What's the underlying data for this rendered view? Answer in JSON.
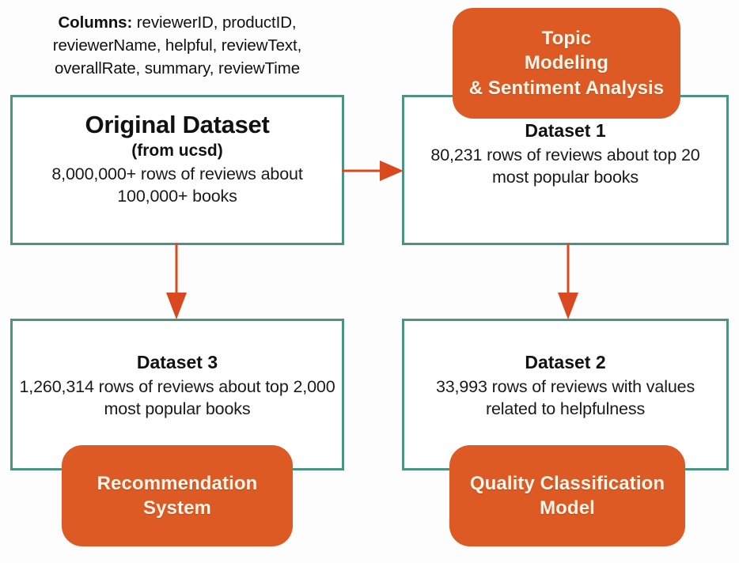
{
  "diagram": {
    "title": "Book review dataset processing pipeline",
    "accent_orange": "#DD5A24",
    "box_border_teal": "#4D9384",
    "arrow_color": "#D9491F"
  },
  "caption": {
    "label": "Columns:",
    "value": " reviewerID, productID, reviewerName, helpful, reviewText, overallRate, summary, reviewTime"
  },
  "boxes": {
    "original": {
      "title": "Original Dataset",
      "subtitle": "(from ucsd)",
      "description": "8,000,000+ rows of reviews about 100,000+ books"
    },
    "dataset1": {
      "title": "Dataset 1",
      "description": "80,231 rows of reviews about top 20 most popular books"
    },
    "dataset3": {
      "title": "Dataset 3",
      "description": "1,260,314 rows of reviews about top 2,000 most popular books"
    },
    "dataset2": {
      "title": "Dataset 2",
      "description": "33,993 rows of reviews with values related to helpfulness"
    }
  },
  "processes": {
    "topic": "Topic\nModeling\n& Sentiment Analysis",
    "recommendation": "Recommendation\nSystem",
    "quality": "Quality Classification\nModel"
  },
  "arrows": [
    {
      "name": "original-to-dataset1",
      "direction": "right"
    },
    {
      "name": "original-to-dataset3",
      "direction": "down"
    },
    {
      "name": "dataset1-to-dataset2",
      "direction": "down"
    }
  ]
}
